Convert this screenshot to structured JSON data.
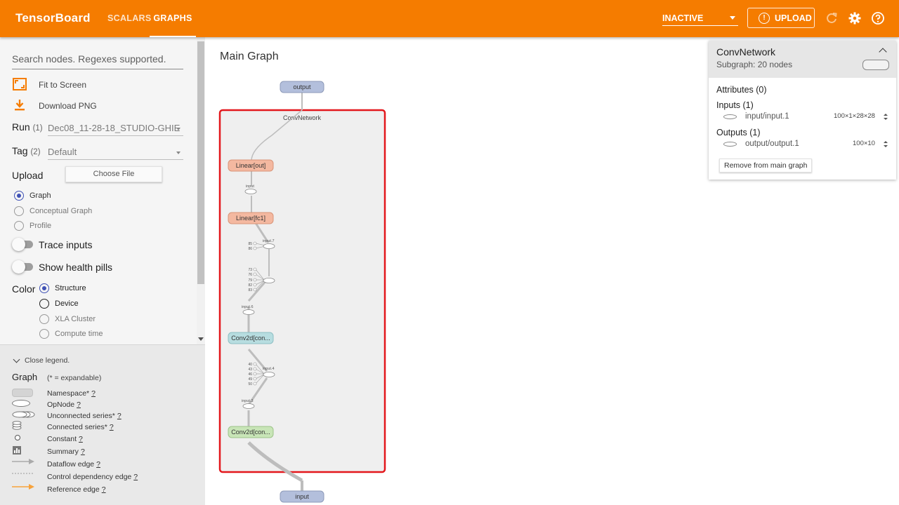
{
  "topbar": {
    "brand": "TensorBoard",
    "tabs": [
      "SCALARS",
      "GRAPHS"
    ],
    "active_tab": "GRAPHS",
    "status_select": "INACTIVE",
    "upload_label": "UPLOAD",
    "accent_color": "#f57c00"
  },
  "sidebar": {
    "search_placeholder": "Search nodes. Regexes supported.",
    "fit_label": "Fit to Screen",
    "download_label": "Download PNG",
    "run_label": "Run",
    "run_count": "(1)",
    "run_value": "Dec08_11-28-18_STUDIO-GHIE",
    "tag_label": "Tag",
    "tag_count": "(2)",
    "tag_value": "Default",
    "upload_label": "Upload",
    "choose_file": "Choose File",
    "graph_modes": [
      "Graph",
      "Conceptual Graph",
      "Profile"
    ],
    "trace_inputs": "Trace inputs",
    "health_pills": "Show health pills",
    "color_label": "Color",
    "color_modes": [
      "Structure",
      "Device",
      "XLA Cluster",
      "Compute time"
    ]
  },
  "legend": {
    "close": "Close legend.",
    "header": "Graph",
    "expandable_note": "(* = expandable)",
    "items": [
      "Namespace*",
      "OpNode",
      "Unconnected series*",
      "Connected series*",
      "Constant",
      "Summary",
      "Dataflow edge",
      "Control dependency edge",
      "Reference edge"
    ],
    "help": "?"
  },
  "main": {
    "title": "Main Graph",
    "namespace_label": "ConvNetwork",
    "nodes": {
      "output": "output",
      "input": "input",
      "linear_out": "Linear[out]",
      "linear_fc1": "Linear[fc1]",
      "conv2": "Conv2d[con...",
      "conv1": "Conv2d[con..."
    },
    "op_labels": [
      "input",
      "input.7",
      "input.6",
      "input.4",
      "input.3"
    ],
    "const_group_a": [
      "85",
      "86"
    ],
    "const_group_b": [
      "73",
      "76",
      "79",
      "82",
      "83"
    ],
    "const_group_c": [
      "40",
      "43",
      "46",
      "49",
      "50"
    ],
    "colors": {
      "namespace_fill": "#efefef",
      "selection": "#e3171c",
      "linear": "#f4b8a0",
      "conv_top": "#b7dde0",
      "conv_bottom": "#c8e5b7",
      "io": "#b3bfdc"
    }
  },
  "info": {
    "name": "ConvNetwork",
    "subgraph": "Subgraph: 20 nodes",
    "attributes": "Attributes (0)",
    "inputs": "Inputs (1)",
    "input_name": "input/input.1",
    "input_shape": "100×1×28×28",
    "outputs": "Outputs (1)",
    "output_name": "output/output.1",
    "output_shape": "100×10",
    "remove": "Remove from main graph"
  }
}
